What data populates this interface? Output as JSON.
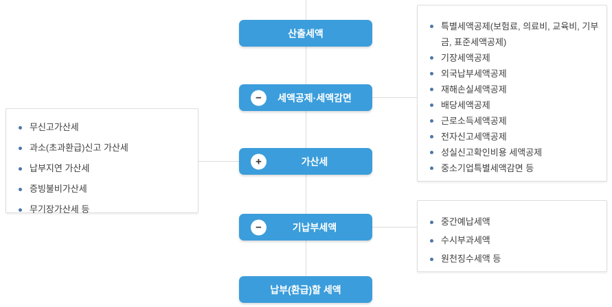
{
  "colors": {
    "node_blue": "#3b9ddb",
    "node_text": "#ffffff",
    "connector_gray": "#dcdcdc",
    "panel_border": "#dddddd",
    "item_text": "#404040",
    "bullet_blue": "#4d77a8",
    "operator_symbol": "#333333",
    "operator_bg": "#ffffff"
  },
  "flow": {
    "nodes": [
      {
        "label": "산출세액",
        "operator": ""
      },
      {
        "label": "세액공제·세액감면",
        "operator": "−"
      },
      {
        "label": "가산세",
        "operator": "+"
      },
      {
        "label": "기납부세액",
        "operator": "−"
      },
      {
        "label": "납부(환급)할 세액",
        "operator": ""
      }
    ]
  },
  "panels": {
    "penalty_details": {
      "items": [
        "무신고가산세",
        "과소(초과환급)신고 가산세",
        "납부지연 가산세",
        "증빙불비가산세",
        "무기장가산세 등"
      ]
    },
    "credit_details": {
      "items": [
        "특별세액공제(보험료, 의료비, 교육비, 기부금, 표준세액공제)",
        "기장세액공제",
        "외국납부세액공제",
        "재해손실세액공제",
        "배당세액공제",
        "근로소득세액공제",
        "전자신고세액공제",
        "성실신고확인비용 세액공제",
        "중소기업특별세액감면 등"
      ]
    },
    "prepaid_details": {
      "items": [
        "중간예납세액",
        "수시부과세액",
        "원천징수세액 등"
      ]
    }
  }
}
